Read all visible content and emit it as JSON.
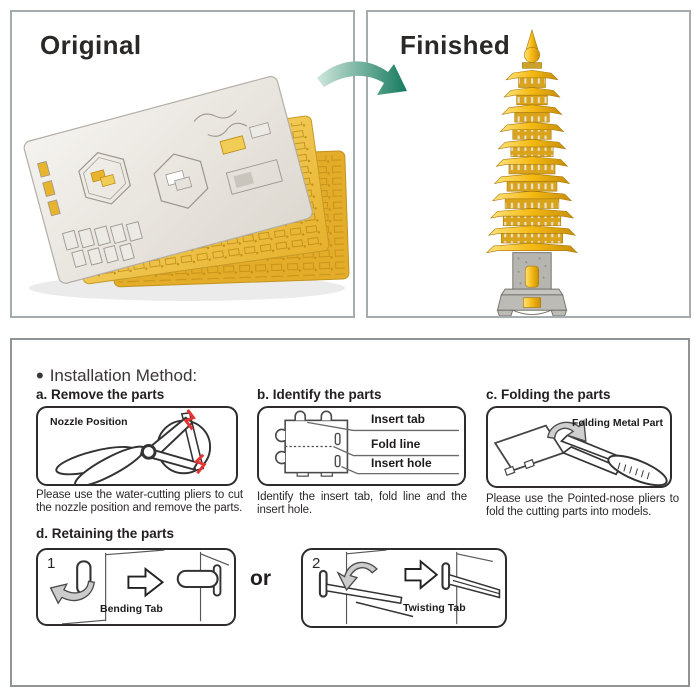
{
  "original_panel": {
    "title": "Original"
  },
  "finished_panel": {
    "title": "Finished"
  },
  "installation": {
    "bullet": "•",
    "heading": "Installation Method:",
    "step_a": {
      "title": "a. Remove the parts",
      "diagram_label": "Nozzle Position",
      "caption": "Please use the water-cutting pliers to cut the nozzle position and remove the parts."
    },
    "step_b": {
      "title": "b. Identify the parts",
      "labels": [
        "Insert tab",
        "Fold line",
        "Insert hole"
      ],
      "caption": "Identify the insert tab, fold line and the insert hole."
    },
    "step_c": {
      "title": "c. Folding the parts",
      "diagram_label": "Folding Metal Part",
      "caption": "Please use the Pointed-nose pliers to fold the cutting parts into models."
    },
    "step_d": {
      "title": "d. Retaining the parts",
      "option1_number": "1",
      "option1_label": "Bending Tab",
      "separator": "or",
      "option2_number": "2",
      "option2_label": "Twisting Tab"
    }
  },
  "colors": {
    "accent_green": "#17795c",
    "gold": "#f0bd33",
    "silver": "#edeae4",
    "alert_red": "#e53333",
    "line_dark": "#2e2b2c",
    "panel_border": "#a6abae"
  }
}
